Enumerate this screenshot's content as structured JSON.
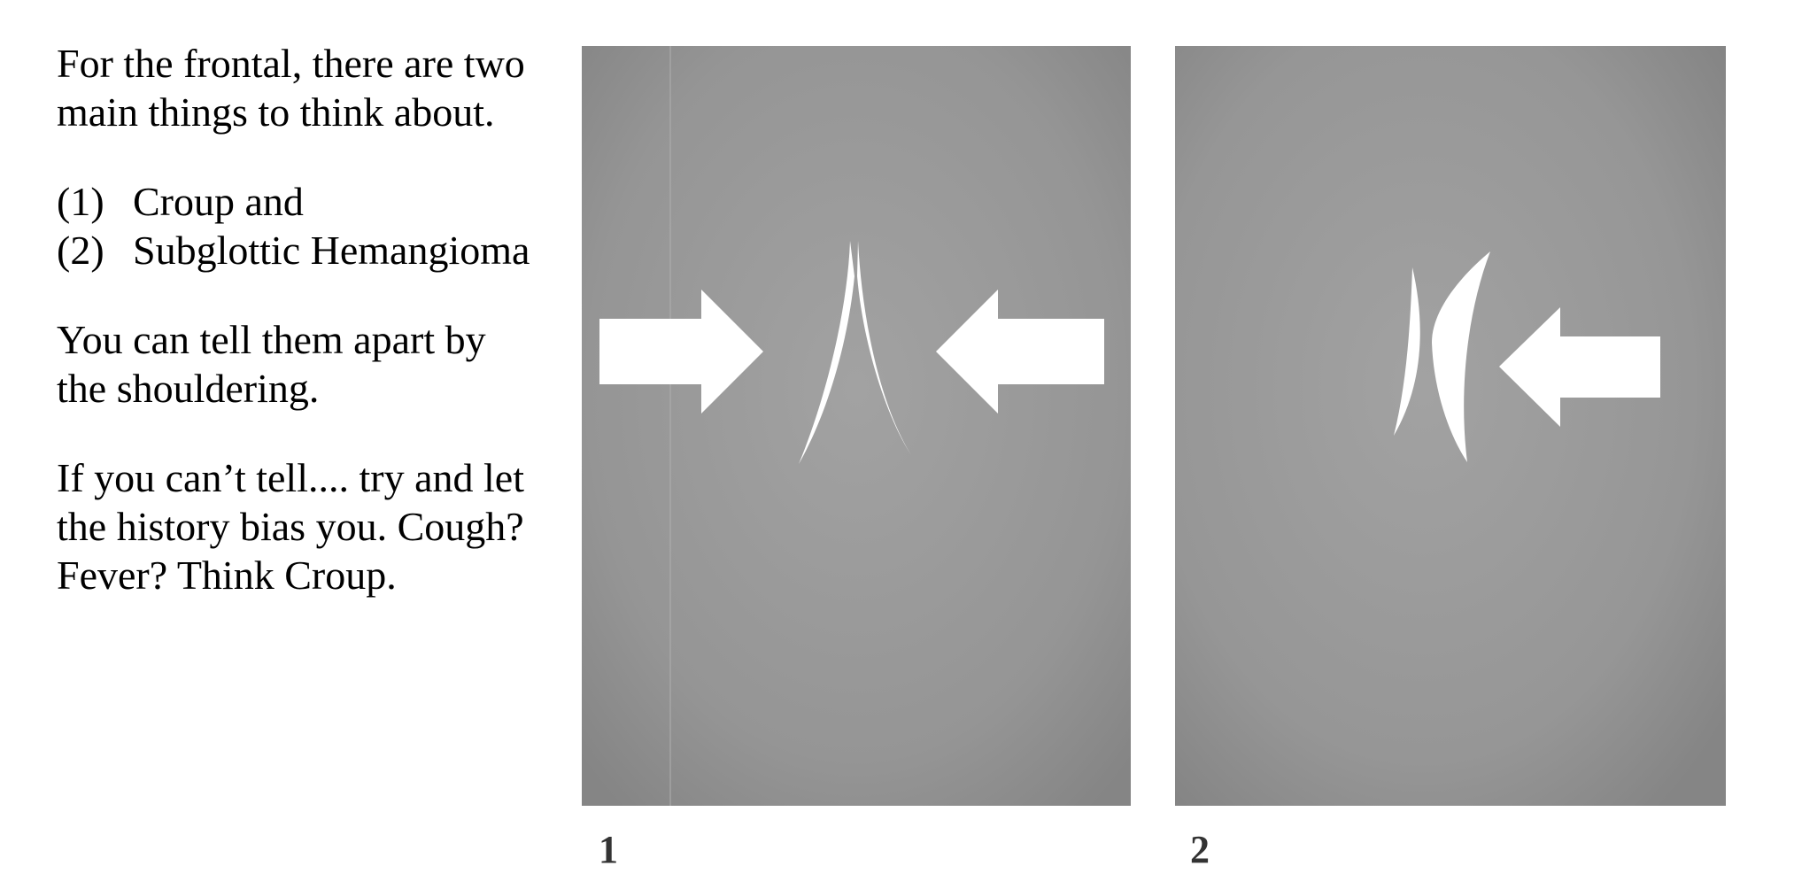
{
  "text": {
    "intro": "For the frontal, there are two main things to think about.",
    "items": [
      {
        "num": "(1)",
        "label": "Croup and"
      },
      {
        "num": "(2)",
        "label": "Subglottic Hemangioma"
      }
    ],
    "tell_apart": "You can tell them apart by the shouldering.",
    "history_tip": "If you can’t tell.... try and let the history bias you. Cough? Fever? Think Croup."
  },
  "figures": [
    {
      "label": "1",
      "arrows": [
        "right",
        "left"
      ],
      "airway": "steeple"
    },
    {
      "label": "2",
      "arrows": [
        "left"
      ],
      "airway": "asymmetric"
    }
  ],
  "colors": {
    "panel_bg": "#9a9a9a",
    "mark": "#ffffff"
  }
}
